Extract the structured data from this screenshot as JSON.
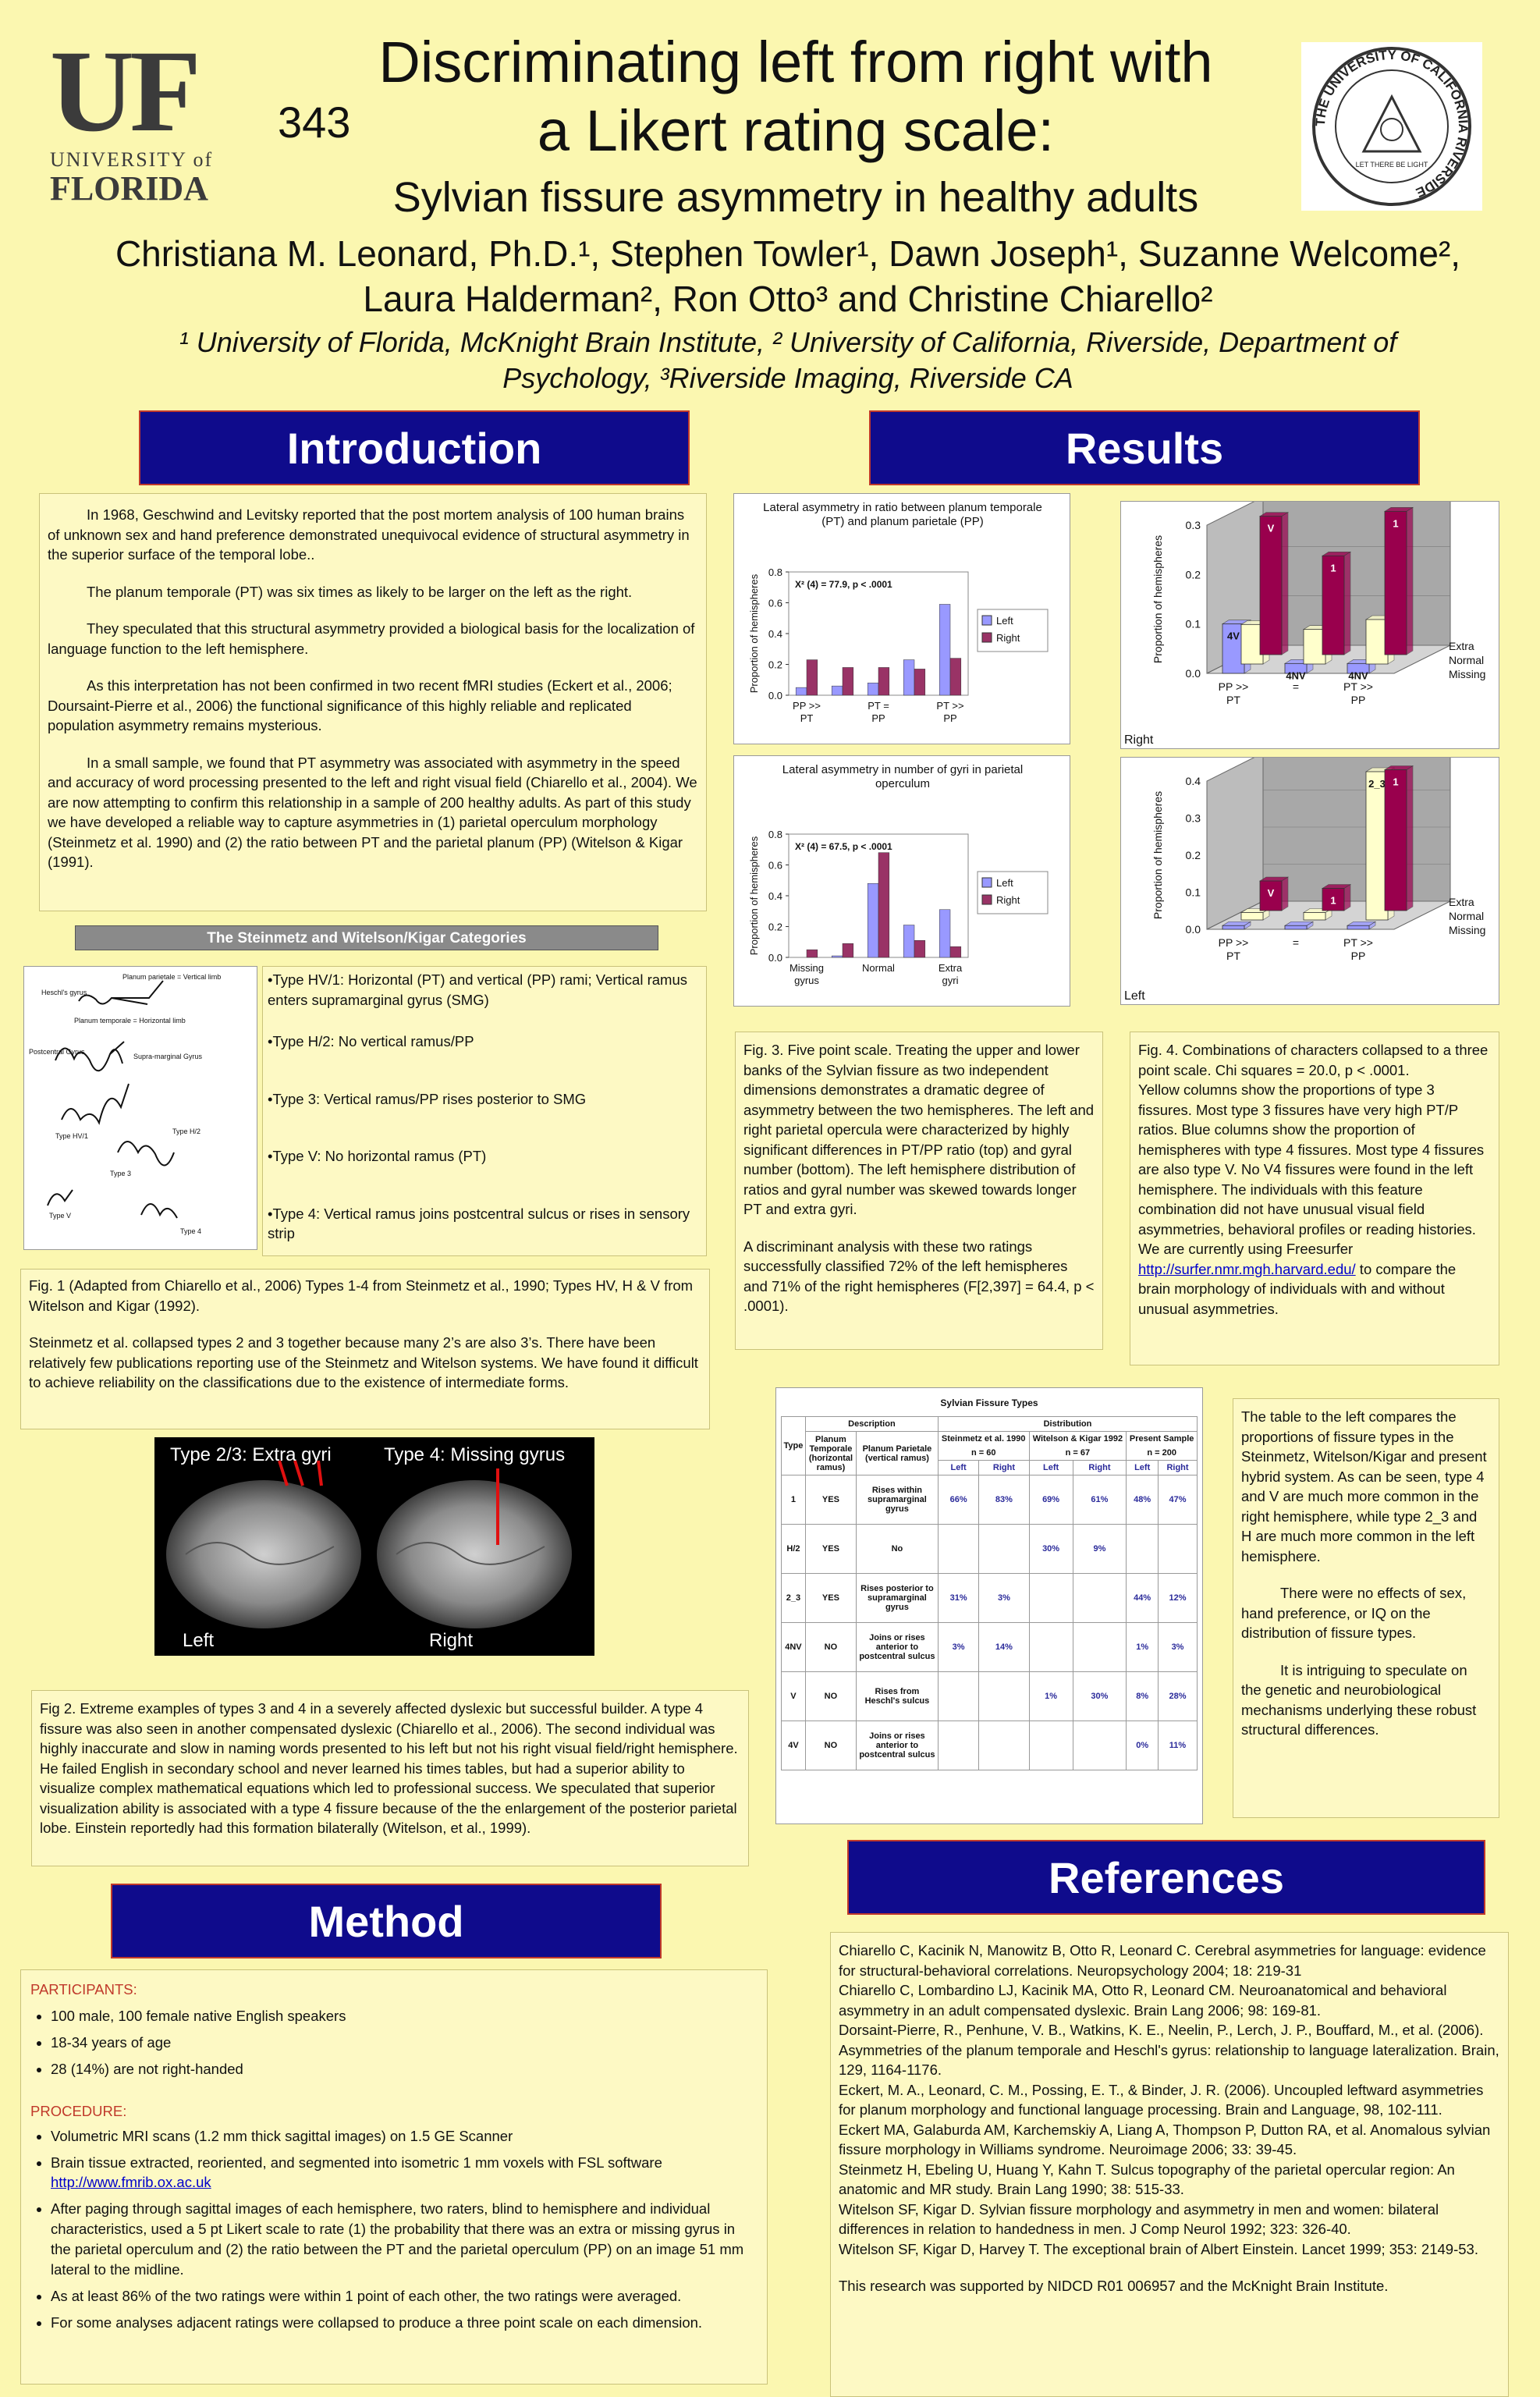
{
  "header": {
    "logo_left_big": "UF",
    "logo_left_line1": "UNIVERSITY of",
    "logo_left_line2": "FLORIDA",
    "poster_number": "343",
    "title_line1": "Discriminating left from right with",
    "title_line2": "a Likert rating scale:",
    "subtitle": "Sylvian fissure asymmetry in healthy adults",
    "authors_line1": "Christiana M. Leonard, Ph.D.¹, Stephen Towler¹, Dawn Joseph¹, Suzanne Welcome²,",
    "authors_line2": "Laura Halderman², Ron Otto³ and Christine Chiarello²",
    "affil_line1": "¹ University of Florida, McKnight Brain Institute, ² University of California, Riverside, Department of",
    "affil_line2": "Psychology, ³Riverside Imaging, Riverside CA",
    "seal_text": "THE UNIVERSITY OF CALIFORNIA RIVERSIDE",
    "seal_motto": "LET THERE BE LIGHT"
  },
  "sections": {
    "introduction": "Introduction",
    "results": "Results",
    "method": "Method",
    "references": "References"
  },
  "intro": {
    "p1": "In 1968, Geschwind and Levitsky reported that the post mortem analysis of 100 human brains of unknown sex and hand preference demonstrated unequivocal evidence of structural asymmetry in the superior surface of the temporal lobe..",
    "p2": "The planum temporale (PT) was six times as likely to be larger on the left as the right.",
    "p3": "They speculated that this structural asymmetry provided a biological basis for the localization of language function to the left hemisphere.",
    "p4": "As this interpretation has not been confirmed in two recent fMRI studies (Eckert et al., 2006; Doursaint-Pierre et al., 2006) the functional significance of this highly reliable and replicated population asymmetry remains mysterious.",
    "p5": "In a small sample, we found that PT asymmetry was associated with asymmetry in the speed and accuracy of word processing presented to the left and right visual field (Chiarello et al., 2004). We are now attempting to confirm this relationship in a sample of 200 healthy adults. As part of this study we have developed a reliable way to capture asymmetries in (1) parietal operculum morphology (Steinmetz et al. 1990) and (2) the ratio between PT and the parietal planum (PP) (Witelson & Kigar (1991)."
  },
  "categories": {
    "bar_title": "The Steinmetz  and Witelson/Kigar Categories",
    "diagram_labels": [
      "Heschl's gyrus",
      "Planum parietale = Vertical limb",
      "Planum temporale = Horizontal limb",
      "Postcentral Gyrus",
      "Supra-marginal Gyrus",
      "Type HV/1",
      "Type H/2",
      "Type 3",
      "Type V",
      "Type 4"
    ],
    "types": [
      "•Type HV/1: Horizontal (PT) and vertical (PP) rami; Vertical ramus enters supramarginal gyrus (SMG)",
      "•Type H/2: No vertical ramus/PP",
      "•Type 3: Vertical ramus/PP rises posterior to SMG",
      "•Type V: No horizontal ramus (PT)",
      "•Type 4: Vertical ramus joins postcentral sulcus or rises in sensory strip"
    ]
  },
  "fig1": {
    "p1": "Fig. 1 (Adapted from Chiarello et al., 2006) Types 1-4 from Steinmetz et al., 1990; Types HV, H & V from Witelson and Kigar (1992).",
    "p2": "Steinmetz et al. collapsed types 2 and 3 together because many 2’s are also 3’s. There have been relatively few publications reporting use of the Steinmetz and Witelson systems. We have found it difficult to achieve reliability on the classifications due to the existence of intermediate forms."
  },
  "brains": {
    "label_left_top": "Type 2/3: Extra gyri",
    "label_right_top": "Type 4: Missing gyrus",
    "label_left_bottom": "Left",
    "label_right_bottom": "Right"
  },
  "fig2": {
    "text": "Fig 2. Extreme examples of types 3 and 4 in a severely affected dyslexic but successful builder.  A type 4 fissure was also seen in another compensated dyslexic (Chiarello et al., 2006). The second individual was highly inaccurate and slow in naming words presented to his left but not his right visual field/right hemisphere. He failed English in secondary school and never learned his times tables, but had a superior ability to visualize complex mathematical equations which led to professional success. We speculated that superior visualization ability is associated with a type 4 fissure because of the the enlargement of the posterior parietal lobe. Einstein reportedly had this formation bilaterally (Witelson, et al., 1999)."
  },
  "method": {
    "participants_label": "PARTICIPANTS:",
    "participants": [
      "100 male, 100 female native English speakers",
      "18-34 years of age",
      "28 (14%) are not right-handed"
    ],
    "procedure_label": "PROCEDURE:",
    "proc1": "Volumetric MRI scans (1.2 mm thick sagittal images) on 1.5 GE Scanner",
    "proc2_pre": "Brain tissue extracted, reoriented, and segmented into isometric 1 mm voxels with FSL software ",
    "proc2_link": "http://www.fmrib.ox.ac.uk",
    "proc3": "After paging through sagittal images of each hemisphere, two raters, blind to hemisphere and individual characteristics,  used a 5 pt Likert scale to rate (1) the probability that there was an extra or missing gyrus in the parietal operculum and (2) the ratio between the PT and the parietal operculum (PP) on an image 51 mm lateral to the midline.",
    "proc4": "As at least 86% of the two ratings were within 1 point of each other, the two ratings were averaged.",
    "proc5": "For some analyses adjacent ratings were collapsed to produce a three point scale on each dimension."
  },
  "chart_data": [
    {
      "type": "bar",
      "title": "Lateral asymmetry in ratio between planum temporale (PT) and planum parietale (PP)",
      "annotation": "X² (4) = 77.9, p < .0001",
      "ylabel": "Proportion of hemispheres",
      "categories": [
        "PP >> PT",
        "",
        "PT = PP",
        "",
        "PT >> PP"
      ],
      "tick_labels": [
        "0.0",
        "0.2",
        "0.4",
        "0.6",
        "0.8"
      ],
      "ylim": [
        0,
        0.8
      ],
      "series": [
        {
          "name": "Left",
          "color": "#9999ff",
          "values": [
            0.05,
            0.06,
            0.08,
            0.23,
            0.59
          ]
        },
        {
          "name": "Right",
          "color": "#993366",
          "values": [
            0.23,
            0.18,
            0.18,
            0.17,
            0.24
          ]
        }
      ]
    },
    {
      "type": "bar",
      "title": "Lateral asymmetry in number of gyri in parietal operculum",
      "annotation": "X² (4) = 67.5, p < .0001",
      "ylabel": "Proportion of hemispheres",
      "categories": [
        "Missing gyrus",
        "",
        "Normal",
        "",
        "Extra gyri"
      ],
      "tick_labels": [
        "0.0",
        "0.2",
        "0.4",
        "0.6",
        "0.8"
      ],
      "ylim": [
        0,
        0.8
      ],
      "series": [
        {
          "name": "Left",
          "color": "#9999ff",
          "values": [
            0.0,
            0.01,
            0.48,
            0.21,
            0.31
          ]
        },
        {
          "name": "Right",
          "color": "#993366",
          "values": [
            0.05,
            0.09,
            0.68,
            0.11,
            0.07
          ]
        }
      ]
    },
    {
      "type": "bar3d",
      "corner_label": "Right",
      "ylabel": "Proportion of hemispheres",
      "categories": [
        "PP >> PT",
        "=",
        "PT >> PP"
      ],
      "rows": [
        "Extra",
        "Normal",
        "Missing"
      ],
      "tick_labels": [
        "0.0",
        "0.1",
        "0.2",
        "0.3"
      ],
      "ylim": [
        0,
        0.3
      ],
      "series": [
        {
          "name": "Extra",
          "color": "#99004d",
          "values": [
            0.28,
            0.2,
            0.29
          ],
          "labels": [
            "V",
            "1",
            "1"
          ]
        },
        {
          "name": "Normal",
          "color": "#ffffcc",
          "values": [
            0.08,
            0.07,
            0.09
          ],
          "labels": [
            "",
            "",
            ""
          ]
        },
        {
          "name": "Missing",
          "color": "#9999ff",
          "values": [
            0.1,
            0.02,
            0.02
          ],
          "labels": [
            "4V",
            "4NV",
            "4NV"
          ]
        }
      ]
    },
    {
      "type": "bar3d",
      "corner_label": "Left",
      "ylabel": "Proportion of hemispheres",
      "categories": [
        "PP >> PT",
        "=",
        "PT >> PP"
      ],
      "rows": [
        "Extra",
        "Normal",
        "Missing"
      ],
      "tick_labels": [
        "0.0",
        "0.1",
        "0.2",
        "0.3",
        "0.4"
      ],
      "ylim": [
        0,
        0.4
      ],
      "series": [
        {
          "name": "Extra",
          "color": "#99004d",
          "values": [
            0.08,
            0.06,
            0.38
          ],
          "labels": [
            "V",
            "1",
            "1"
          ]
        },
        {
          "name": "Normal",
          "color": "#ffffcc",
          "values": [
            0.02,
            0.02,
            0.4
          ],
          "labels": [
            "",
            "",
            "2_3"
          ]
        },
        {
          "name": "Missing",
          "color": "#9999ff",
          "values": [
            0.01,
            0.01,
            0.01
          ],
          "labels": [
            "",
            "",
            ""
          ]
        }
      ]
    }
  ],
  "fig3": {
    "p1": "Fig. 3. Five point scale. Treating the upper and lower banks of the Sylvian fissure as two independent dimensions demonstrates a dramatic degree of asymmetry between the two hemispheres. The left and right parietal opercula were characterized by highly significant differences in PT/PP ratio (top) and gyral number (bottom).  The left hemisphere distribution of ratios and gyral number was skewed towards longer PT and extra gyri.",
    "p2": "A discriminant analysis with these two ratings successfully classified 72% of the left hemispheres and 71% of the right hemispheres (F[2,397] = 64.4, p < .0001)."
  },
  "fig4": {
    "p1": "Fig. 4. Combinations of characters collapsed to a three point scale. Chi squares = 20.0, p < .0001.",
    "p2": "Yellow columns show the proportions of type 3 fissures. Most type 3 fissures have very high PT/P ratios. Blue columns show the proportion of hemispheres with type 4 fissures. Most type 4 fissures are also type V. No V4 fissures were found in the left hemisphere. The individuals with this feature combination did not have unusual visual field asymmetries, behavioral profiles or reading histories. We are currently using Freesurfer ",
    "link": "http://surfer.nmr.mgh.harvard.edu/",
    "p3": " to compare the brain morphology of individuals with and without unusual asymmetries."
  },
  "table": {
    "title": "Sylvian Fissure Types",
    "h_description": "Description",
    "h_distribution": "Distribution",
    "h_type": "Type",
    "h_planum_temporale": "Planum Temporale (horizontal ramus)",
    "h_planum_parietale": "Planum Parietale (vertical ramus)",
    "h_steinmetz": "Steinmetz et al. 1990",
    "h_witelson": "Witelson & Kigar 1992",
    "h_present": "Present Sample",
    "n_steinmetz": "n = 60",
    "n_witelson": "n = 67",
    "n_present": "n = 200",
    "left": "Left",
    "right": "Right",
    "rows": [
      {
        "type": "1",
        "pt": "YES",
        "pp": "Rises within supramarginal gyrus",
        "sl": "66%",
        "sr": "83%",
        "wl": "69%",
        "wr": "61%",
        "pl": "48%",
        "pr": "47%"
      },
      {
        "type": "H/2",
        "pt": "YES",
        "pp": "No",
        "sl": "",
        "sr": "",
        "wl": "30%",
        "wr": "9%",
        "pl": "",
        "pr": ""
      },
      {
        "type": "2_3",
        "pt": "YES",
        "pp": "Rises posterior to supramarginal gyrus",
        "sl": "31%",
        "sr": "3%",
        "wl": "",
        "wr": "",
        "pl": "44%",
        "pr": "12%"
      },
      {
        "type": "4NV",
        "pt": "NO",
        "pp": "Joins or rises anterior to postcentral sulcus",
        "sl": "3%",
        "sr": "14%",
        "wl": "",
        "wr": "",
        "pl": "1%",
        "pr": "3%"
      },
      {
        "type": "V",
        "pt": "NO",
        "pp": "Rises from Heschl's sulcus",
        "sl": "",
        "sr": "",
        "wl": "1%",
        "wr": "30%",
        "pl": "8%",
        "pr": "28%"
      },
      {
        "type": "4V",
        "pt": "NO",
        "pp": "Joins or rises anterior to postcentral sulcus",
        "sl": "",
        "sr": "",
        "wl": "",
        "wr": "",
        "pl": "0%",
        "pr": "11%"
      }
    ]
  },
  "table_note": {
    "p1": "The table to the left compares the proportions of fissure types in the Steinmetz, Witelson/Kigar and present hybrid system. As can be seen, type 4 and V are much more common in the right hemisphere, while type 2_3 and H are much more common in the left hemisphere.",
    "p2": "There were no effects of sex, hand preference, or IQ on the distribution of fissure types.",
    "p3": "It is intriguing to speculate on the genetic and neurobiological mechanisms underlying these robust structural differences."
  },
  "references": [
    "Chiarello C, Kacinik N, Manowitz B, Otto R, Leonard C. Cerebral asymmetries for language: evidence for structural-behavioral correlations. Neuropsychology 2004; 18: 219-31",
    "Chiarello C, Lombardino LJ, Kacinik MA, Otto R, Leonard CM. Neuroanatomical and behavioral asymmetry in an adult compensated dyslexic. Brain Lang 2006; 98:  169-81.",
    "Dorsaint-Pierre, R., Penhune, V. B., Watkins, K. E., Neelin, P., Lerch, J. P., Bouffard, M., et al. (2006). Asymmetries of the planum temporale and Heschl's gyrus: relationship to language lateralization. Brain, 129, 1164-1176.",
    "Eckert, M. A., Leonard, C. M., Possing, E. T., & Binder, J. R. (2006). Uncoupled leftward asymmetries for planum morphology and functional language processing. Brain and Language, 98, 102-111.",
    "Eckert MA, Galaburda AM, Karchemskiy A, Liang A, Thompson P, Dutton RA, et al. Anomalous sylvian fissure morphology in Williams syndrome. Neuroimage 2006; 33:  39-45.",
    "Steinmetz H, Ebeling U, Huang Y, Kahn T. Sulcus topography of the parietal opercular region: An anatomic and MR study. Brain Lang 1990; 38:  515-33.",
    "Witelson SF, Kigar D. Sylvian fissure morphology and asymmetry in men and women: bilateral differences in relation to handedness in men. J Comp Neurol 1992; 323:  326-40.",
    "Witelson SF, Kigar D, Harvey T. The exceptional brain of Albert Einstein. Lancet 1999; 353:  2149-53.",
    "This research was supported by NIDCD R01 006957 and the McKnight Brain Institute."
  ]
}
